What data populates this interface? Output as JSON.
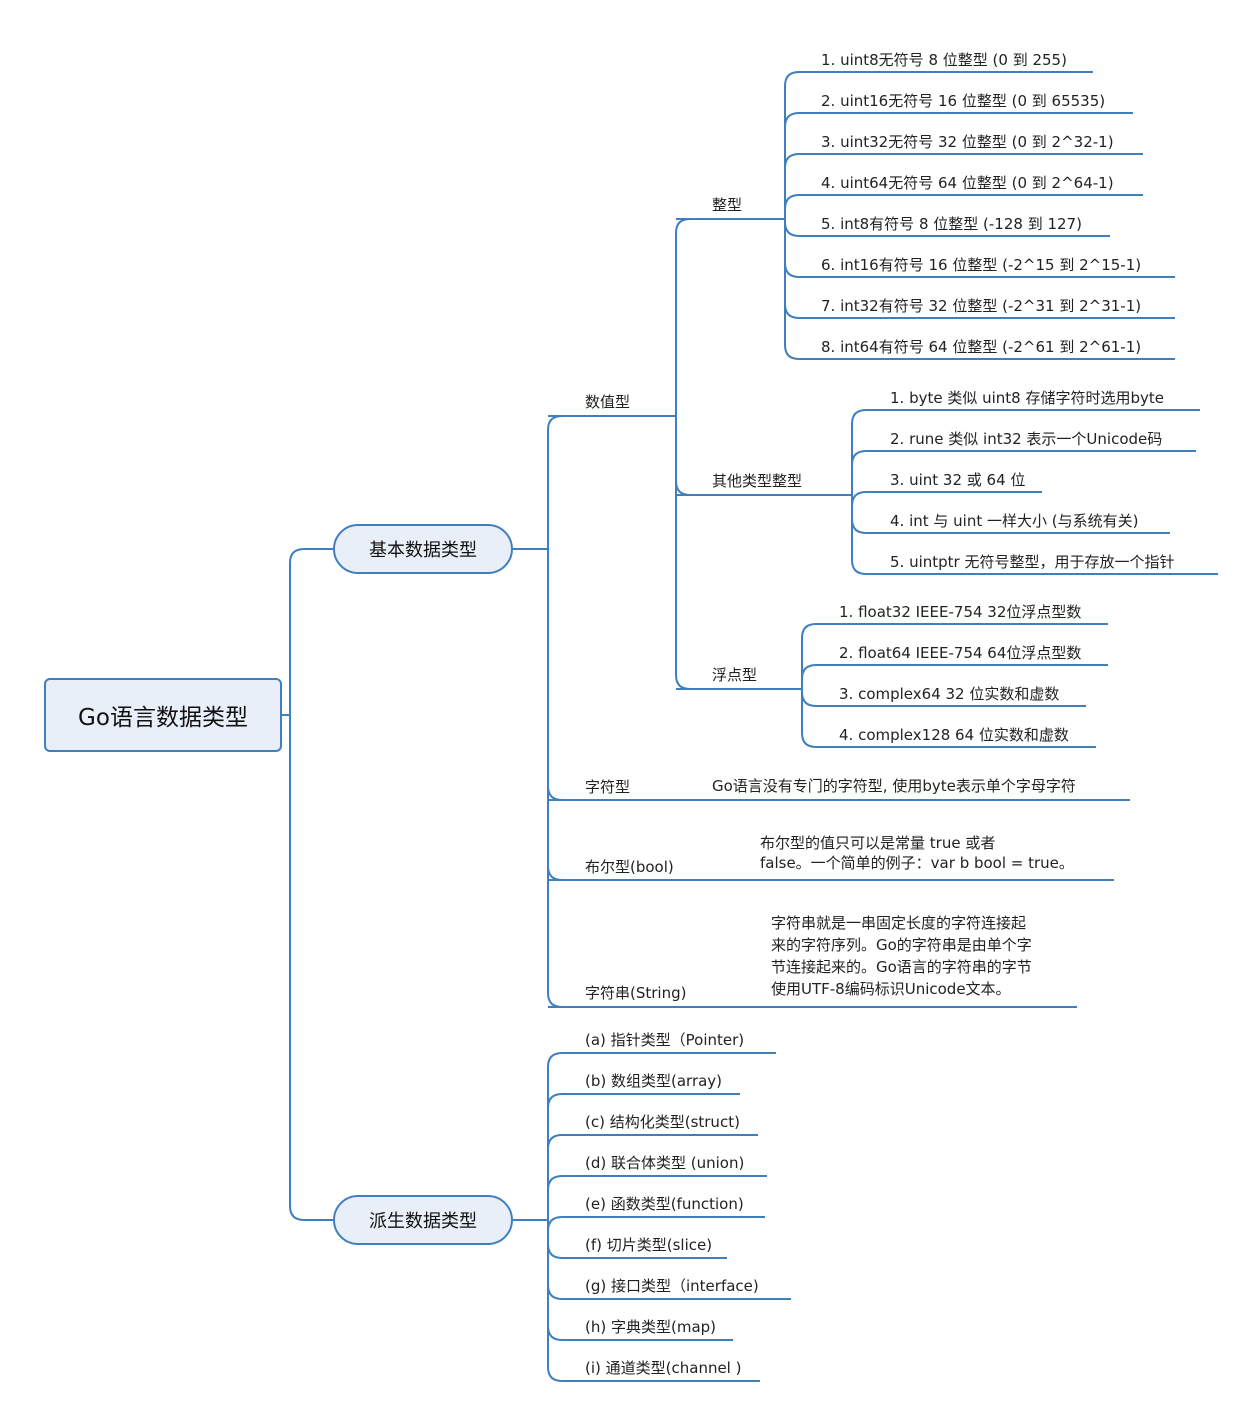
{
  "root": "Go语言数据类型",
  "basic": {
    "label": "基本数据类型",
    "numeric": {
      "label": "数值型",
      "integer": {
        "label": "整型",
        "items": [
          "1. uint8无符号 8 位整型 (0 到 255)",
          "2. uint16无符号 16 位整型 (0 到 65535)",
          "3. uint32无符号 32 位整型 (0 到 2^32-1)",
          "4. uint64无符号 64 位整型 (0 到 2^64-1)",
          "5. int8有符号 8 位整型 (-128 到 127)",
          "6. int16有符号 16 位整型 (-2^15 到 2^15-1)",
          "7. int32有符号 32 位整型 (-2^31 到 2^31-1)",
          "8. int64有符号 64 位整型 (-2^61 到 2^61-1)"
        ]
      },
      "other_int": {
        "label": "其他类型整型",
        "items": [
          "1. byte 类似 uint8 存储字符时选用byte",
          "2. rune 类似 int32 表示一个Unicode码",
          "3. uint 32 或 64 位",
          "4. int 与 uint 一样大小 (与系统有关)",
          "5. uintptr 无符号整型，用于存放一个指针"
        ]
      },
      "float": {
        "label": "浮点型",
        "items": [
          "1. float32 IEEE-754 32位浮点型数",
          "2. float64 IEEE-754 64位浮点型数",
          "3. complex64 32 位实数和虚数",
          "4. complex128 64 位实数和虚数"
        ]
      }
    },
    "char": {
      "label": "字符型",
      "note": "Go语言没有专门的字符型, 使用byte表示单个字母字符"
    },
    "bool": {
      "label": "布尔型(bool)",
      "note_lines": [
        "布尔型的值只可以是常量 true 或者",
        "false。一个简单的例子：var b bool = true。"
      ]
    },
    "string": {
      "label": "字符串(String)",
      "note_lines": [
        "字符串就是一串固定长度的字符连接起",
        "来的字符序列。Go的字符串是由单个字",
        "节连接起来的。Go语言的字符串的字节",
        "使用UTF-8编码标识Unicode文本。"
      ]
    }
  },
  "derived": {
    "label": "派生数据类型",
    "items": [
      "(a) 指针类型（Pointer)",
      "(b) 数组类型(array)",
      "(c) 结构化类型(struct)",
      "(d) 联合体类型 (union)",
      "(e) 函数类型(function)",
      "(f) 切片类型(slice)",
      "(g) 接口类型（interface)",
      "(h) 字典类型(map)",
      "(i) 通道类型(channel )"
    ]
  },
  "colors": {
    "line": "#3f7fc0",
    "box_fill": "#e8eff8"
  }
}
